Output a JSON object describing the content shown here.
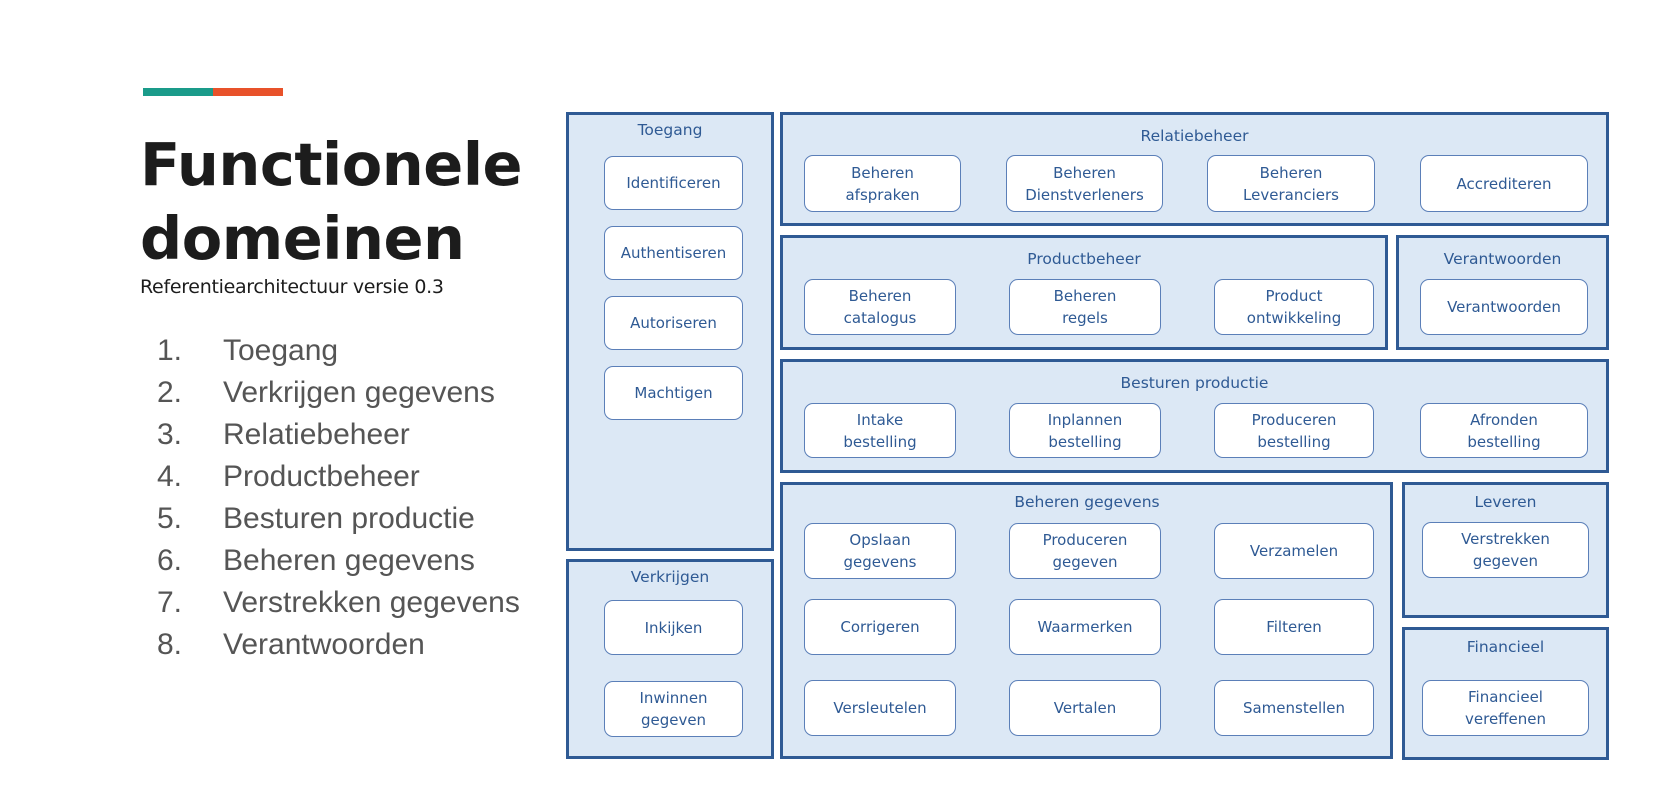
{
  "slide": {
    "title_line1": "Functionele",
    "title_line2": "domeinen",
    "subtitle": "Referentiearchitectuur versie 0.3",
    "colors": {
      "accent_teal": "#1a9b8a",
      "accent_orange": "#e8522a",
      "domain_fill": "#dce8f5",
      "domain_border": "#2f5a94"
    },
    "toc": [
      {
        "num": "1.",
        "label": "Toegang"
      },
      {
        "num": "2.",
        "label": "Verkrijgen gegevens"
      },
      {
        "num": "3.",
        "label": "Relatiebeheer"
      },
      {
        "num": "4.",
        "label": "Productbeheer"
      },
      {
        "num": "5.",
        "label": "Besturen productie"
      },
      {
        "num": "6.",
        "label": "Beheren gegevens"
      },
      {
        "num": "7.",
        "label": "Verstrekken gegevens"
      },
      {
        "num": "8.",
        "label": "Verantwoorden"
      }
    ]
  },
  "diagram": {
    "toegang": {
      "title": "Toegang",
      "items": [
        "Identificeren",
        "Authentiseren",
        "Autoriseren",
        "Machtigen"
      ]
    },
    "verkrijgen": {
      "title": "Verkrijgen",
      "items": [
        "Inkijken",
        "Inwinnen\ngegeven"
      ]
    },
    "relatiebeheer": {
      "title": "Relatiebeheer",
      "items": [
        "Beheren\nafspraken",
        "Beheren\nDienstverleners",
        "Beheren\nLeveranciers",
        "Accrediteren"
      ]
    },
    "productbeheer": {
      "title": "Productbeheer",
      "items": [
        "Beheren\ncatalogus",
        "Beheren\nregels",
        "Product\nontwikkeling"
      ]
    },
    "verantwoorden": {
      "title": "Verantwoorden",
      "items": [
        "Verantwoorden"
      ]
    },
    "besturen": {
      "title": "Besturen productie",
      "items": [
        "Intake\nbestelling",
        "Inplannen\nbestelling",
        "Produceren\nbestelling",
        "Afronden\nbestelling"
      ]
    },
    "beheren": {
      "title": "Beheren gegevens",
      "items": [
        "Opslaan\ngegevens",
        "Produceren\ngegeven",
        "Verzamelen",
        "Corrigeren",
        "Waarmerken",
        "Filteren",
        "Versleutelen",
        "Vertalen",
        "Samenstellen"
      ]
    },
    "leveren": {
      "title": "Leveren",
      "items": [
        "Verstrekken\ngegeven"
      ]
    },
    "financieel": {
      "title": "Financieel",
      "items": [
        "Financieel\nvereffenen"
      ]
    }
  }
}
